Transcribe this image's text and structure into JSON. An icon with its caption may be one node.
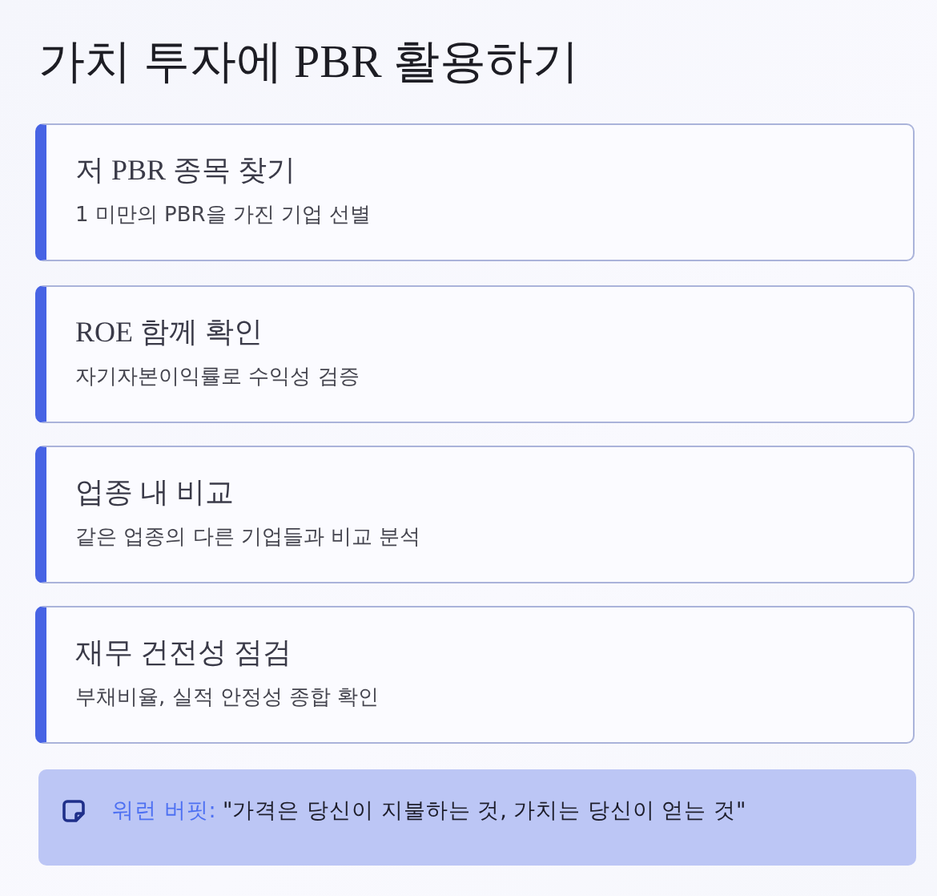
{
  "diagram": {
    "title": "가치 투자에 PBR 활용하기",
    "nodes": [
      {
        "text": [
          "저 PBR 종목 찾기",
          "1 미만의 PBR을 가진 기업 선별"
        ]
      },
      {
        "text": [
          "ROE 함께 확인",
          "자기자본이익률로 수익성 검증"
        ]
      },
      {
        "text": [
          "업종 내 비교",
          "같은 업종의 다른 기업들과 비교 분석"
        ]
      },
      {
        "text": [
          "재무 건전성 점검",
          "부채비율, 실적 안정성 종합 확인"
        ]
      },
      {
        "text": [
          "워런 버핏:",
          "\"가격은 당신이 지불하는 것, 가치는 당신이 얻는 것\""
        ]
      }
    ]
  }
}
